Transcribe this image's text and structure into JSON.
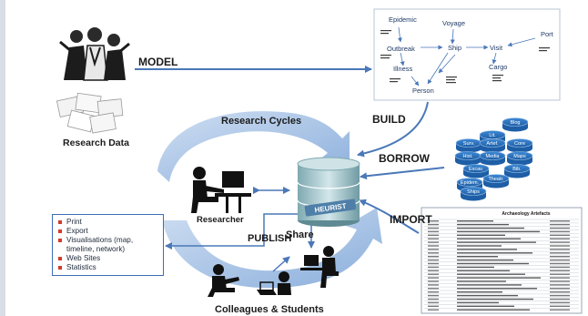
{
  "labels": {
    "model": "MODEL",
    "research_cycles": "Research Cycles",
    "build": "BUILD",
    "borrow": "BORROW",
    "import": "IMPORT",
    "publish": "PUBLISH",
    "share": "Share",
    "researcher": "Researcher",
    "research_data": "Research Data",
    "colleagues": "Colleagues & Students",
    "heurist": "HEURIST"
  },
  "publish_list": [
    "Print",
    "Export",
    "Visualisations (map, timeline, network)",
    "Web Sites",
    "Statistics"
  ],
  "model_nodes": [
    "Epidemic",
    "Voyage",
    "Outbreak",
    "Ship",
    "Visit",
    "Port",
    "Illness",
    "Cargo",
    "Person"
  ],
  "borrow_disks": [
    "Lit.",
    "Blog",
    "Surv.",
    "Artef.",
    "Core",
    "Hist.",
    "Media",
    "Maps",
    "Excav.",
    "Bib.",
    "Epidem.",
    "Theatr.",
    "Ships"
  ],
  "import_table_title": "Archaeology Artefacts",
  "colors": {
    "arrow_blue": "#4a78b8",
    "cycle_fill": "#a9c3e6",
    "disk_blue": "#2b72bf",
    "db_teal": "#8fb6bd",
    "bullet_red": "#d23c2a"
  }
}
